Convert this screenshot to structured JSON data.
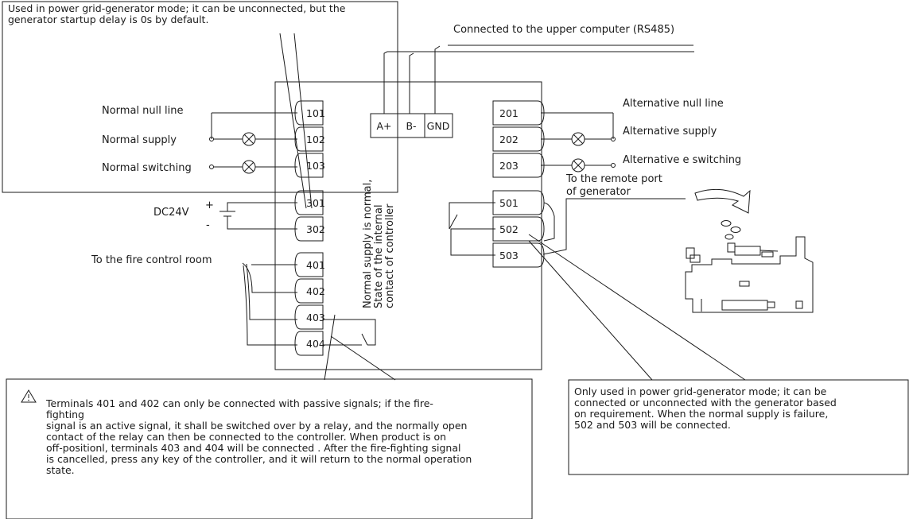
{
  "top_note": {
    "lines": [
      "Used in power grid-generator mode; it can be unconnected, but the",
      "generator startup delay is 0s by default."
    ]
  },
  "rs485_label": "Connected to the upper computer (RS485)",
  "rs485_terminals": [
    "A+",
    "B-",
    "GND"
  ],
  "left_labels": {
    "null_line": "Normal null line",
    "supply": "Normal supply",
    "switching": "Normal switching",
    "dc": "DC24V",
    "plus": "+",
    "minus": "-",
    "fire": "To the fire control room"
  },
  "right_labels": {
    "null_line": "Alternative  null line",
    "supply": "Alternative supply",
    "switching": "Alternative e switching",
    "remote_1": "To the remote port",
    "remote_2": "of generator"
  },
  "left_terminals": [
    "101",
    "102",
    "103",
    "301",
    "302",
    "401",
    "402",
    "403",
    "404"
  ],
  "right_terminals": [
    "201",
    "202",
    "203",
    "501",
    "502",
    "503"
  ],
  "center_text": [
    "Normal supply is normal,",
    "State of the internal",
    "contact of controller"
  ],
  "warning_note": {
    "lines": [
      "Terminals 401 and 402 can only be connected with passive signals; if the fire-",
      "fighting",
      "signal is an active signal, it shall be switched over by a relay, and the normally open",
      "contact of the relay can then be connected to the controller. When product is on",
      "off-positionl, terminals 403 and 404 will be connected . After the fire-fighting signal",
      "is cancelled, press any key of the controller, and it will return to the normal operation",
      "state."
    ]
  },
  "generator_note": {
    "lines": [
      "Only used in power grid-generator mode; it can be",
      "connected or unconnected with the generator based",
      "on requirement. When the normal supply is failure,",
      "502 and 503 will be connected."
    ]
  }
}
